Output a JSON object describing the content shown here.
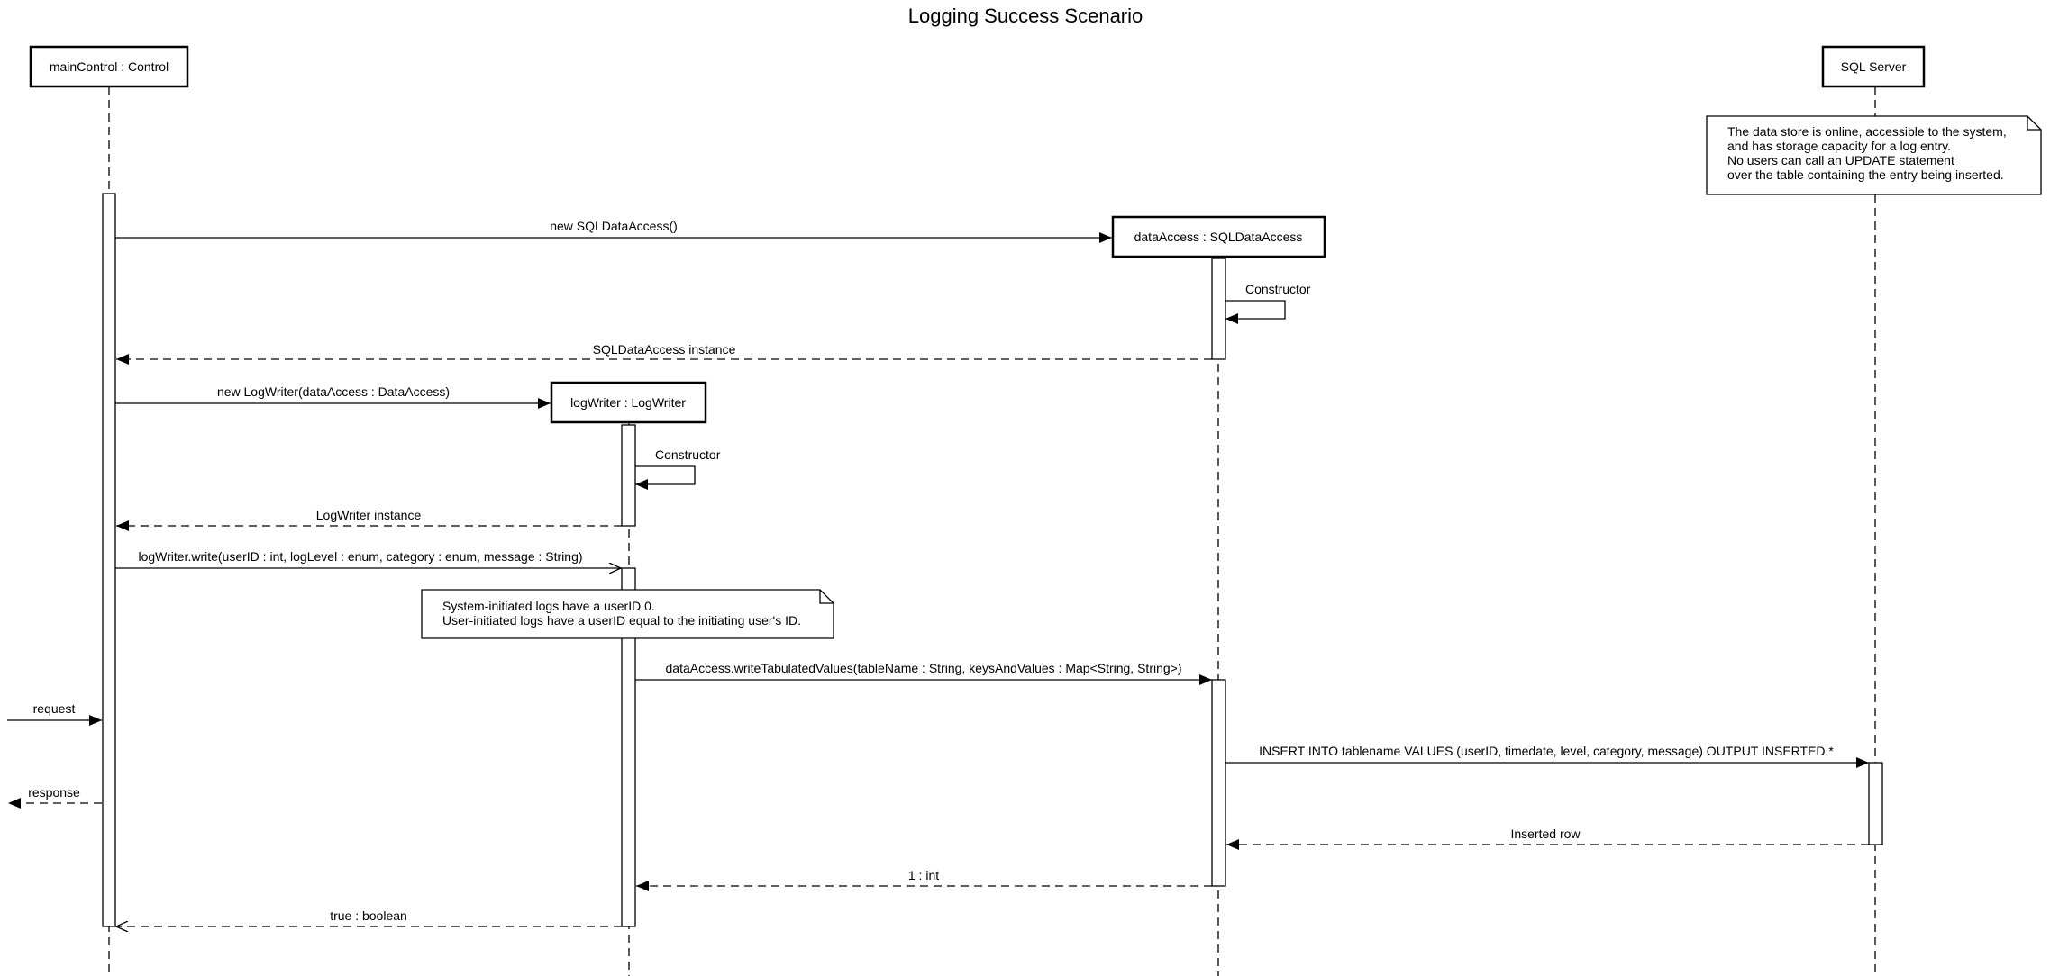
{
  "title": "Logging Success Scenario",
  "participants": {
    "main_control": "mainControl : Control",
    "sql_server": "SQL Server",
    "data_access": "dataAccess : SQLDataAccess",
    "log_writer": "logWriter : LogWriter"
  },
  "messages": {
    "new_sql_data_access": "new SQLDataAccess()",
    "constructor_data_access": "Constructor",
    "sql_data_access_instance": "SQLDataAccess instance",
    "new_log_writer": "new LogWriter(dataAccess : DataAccess)",
    "constructor_log_writer": "Constructor",
    "log_writer_instance": "LogWriter instance",
    "log_writer_write": "logWriter.write(userID : int, logLevel : enum, category : enum, message : String)",
    "write_tabulated_values": "dataAccess.writeTabulatedValues(tableName : String, keysAndValues : Map<String, String>)",
    "request": "request",
    "insert_sql": "INSERT INTO tablename VALUES (userID, timedate, level, category, message) OUTPUT INSERTED.*",
    "response": "response",
    "inserted_row": "Inserted row",
    "one_int": "1 : int",
    "true_boolean": "true : boolean"
  },
  "notes": {
    "sql_server_note": [
      "The data store is online, accessible to the system,",
      "and has storage capacity for a log entry.",
      "No users can call an UPDATE statement",
      "over the table containing the entry being inserted."
    ],
    "log_writer_note": [
      "System-initiated logs have a userID 0.",
      "User-initiated logs have a userID equal to the initiating user's ID."
    ]
  }
}
